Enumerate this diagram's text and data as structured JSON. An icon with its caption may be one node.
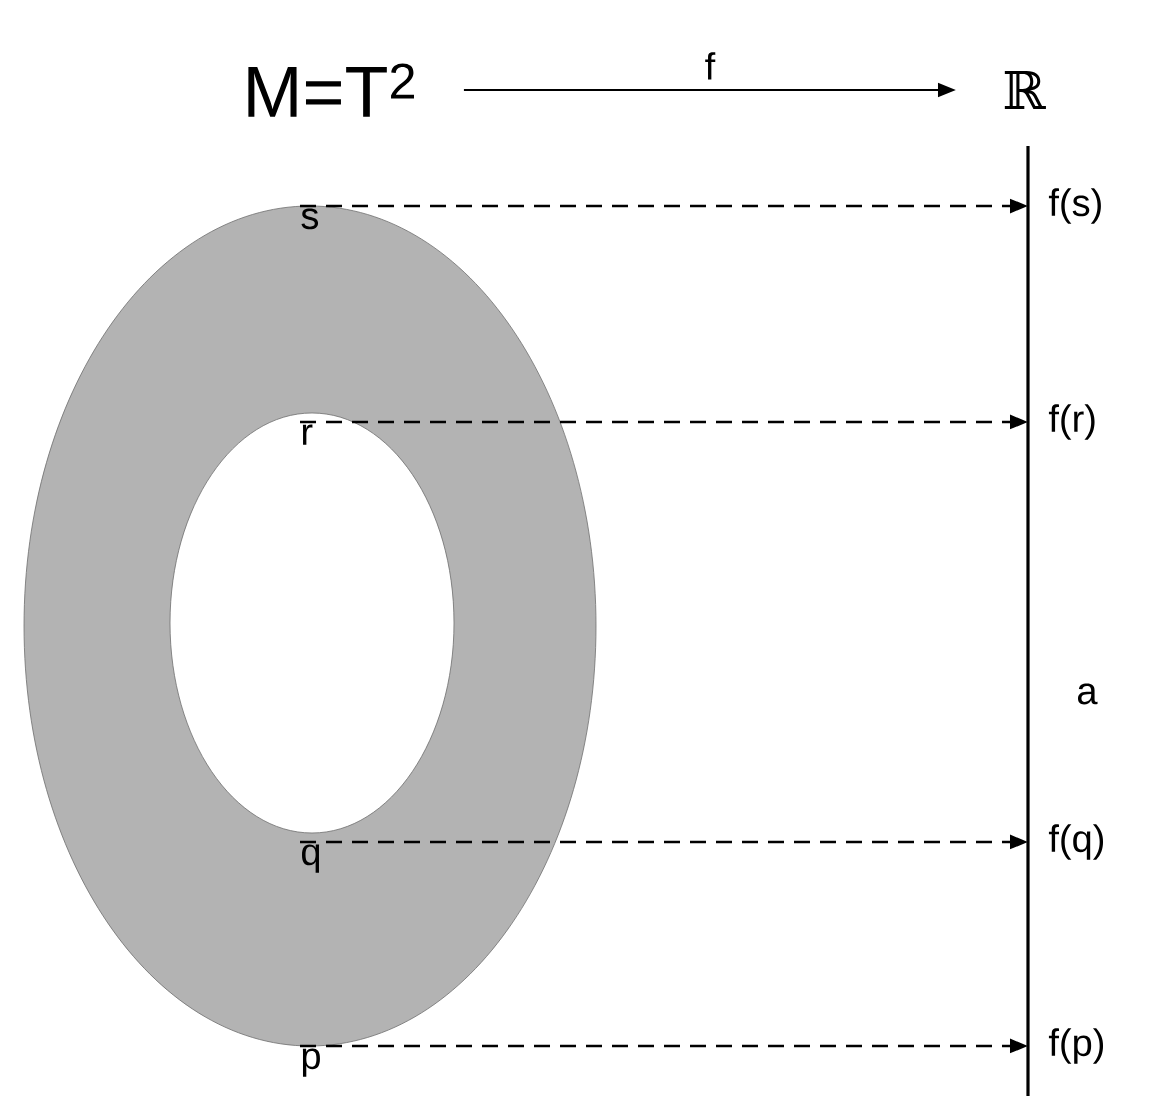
{
  "diagram": {
    "nodes": [
      {
        "text": [
          "M=T$^{2}$"
        ]
      },
      {
        "text": [
          "ℝ"
        ]
      },
      {
        "text": [
          "s"
        ]
      },
      {
        "text": [
          "r"
        ]
      },
      {
        "text": [
          "q"
        ]
      },
      {
        "text": [
          "p"
        ]
      },
      {
        "text": [
          "f(s)"
        ]
      },
      {
        "text": [
          "f(r)"
        ]
      },
      {
        "text": [
          "f(q)"
        ]
      },
      {
        "text": [
          "f(p)"
        ]
      }
    ],
    "edges": [
      {
        "from": 0,
        "to": 1,
        "arrow": "to",
        "label": "f"
      },
      {
        "from": 2,
        "to": 6,
        "arrow": "to",
        "style": "dashed"
      },
      {
        "from": 3,
        "to": 7,
        "arrow": "to",
        "style": "dashed"
      },
      {
        "from": 4,
        "to": 8,
        "arrow": "to",
        "style": "dashed"
      },
      {
        "from": 5,
        "to": 9,
        "arrow": "to",
        "style": "dashed"
      }
    ],
    "labels": [
      "a"
    ]
  }
}
